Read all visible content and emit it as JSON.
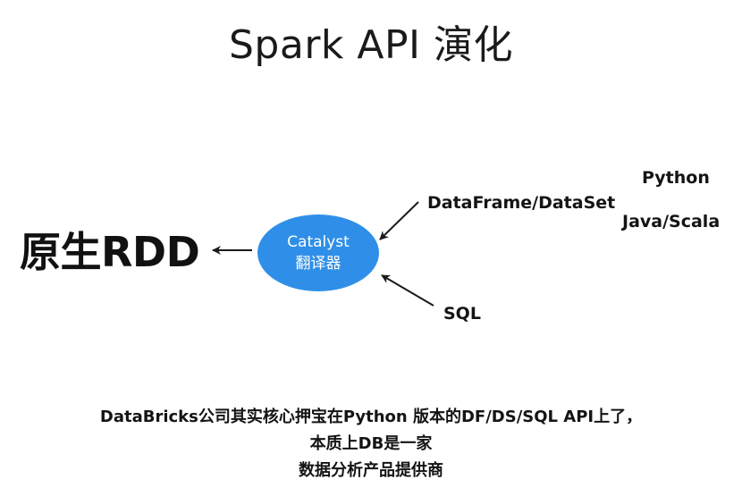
{
  "title": "Spark API 演化",
  "nodes": {
    "rdd": "原生RDD",
    "catalyst_line1": "Catalyst",
    "catalyst_line2": "翻译器",
    "dataframe": "DataFrame/DataSet",
    "sql": "SQL",
    "python": "Python",
    "java_scala": "Java/Scala"
  },
  "footer": {
    "line1": "DataBricks公司其实核心押宝在Python 版本的DF/DS/SQL API上了，",
    "line2": "本质上DB是一家",
    "line3": "数据分析产品提供商"
  },
  "colors": {
    "catalyst_fill": "#2F8FE8",
    "arrow": "#1a1a1a"
  },
  "icons": {
    "arrow_rdd": "arrow-left-icon",
    "arrow_df": "arrow-down-left-icon",
    "arrow_sql": "arrow-up-left-icon"
  }
}
